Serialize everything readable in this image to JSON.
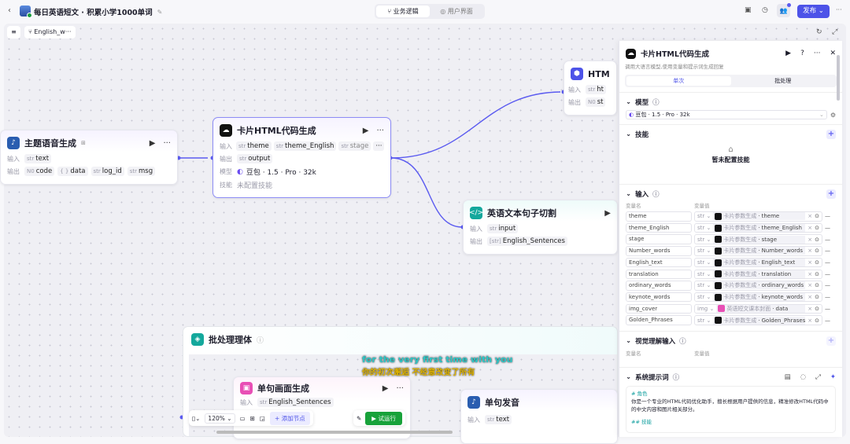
{
  "header": {
    "title": "每日英语短文 · 积累小学1000单词",
    "tabs": [
      {
        "label": "业务逻辑",
        "active": true
      },
      {
        "label": "用户界面",
        "active": false
      }
    ],
    "publish_label": "发布"
  },
  "canvas": {
    "breadcrumb": "English_w···",
    "zoom": "120%",
    "add_node_label": "添加节点",
    "test_run_label": "试运行"
  },
  "nodes": {
    "voice": {
      "title": "主题语音生成",
      "in_label": "输入",
      "out_label": "输出",
      "inputs": [
        {
          "type": "str",
          "name": "text"
        }
      ],
      "outputs": [
        {
          "type": "N0",
          "name": "code"
        },
        {
          "type": "{ }",
          "name": "data"
        },
        {
          "type": "str",
          "name": "log_id"
        },
        {
          "type": "str",
          "name": "msg"
        }
      ]
    },
    "card": {
      "title": "卡片HTML代码生成",
      "in_label": "输入",
      "out_label": "输出",
      "model_label": "模型",
      "skill_label": "技能",
      "inputs": [
        {
          "type": "str",
          "name": "theme"
        },
        {
          "type": "str",
          "name": "theme_English"
        },
        {
          "type": "str",
          "name": "stage"
        }
      ],
      "outputs": [
        {
          "type": "str",
          "name": "output"
        }
      ],
      "model": "豆包 · 1.5 · Pro · 32k",
      "skill": "未配置技能"
    },
    "html": {
      "title": "HTM",
      "in_label": "输入",
      "out_label": "输出",
      "in_type": "str",
      "in_name": "ht",
      "out_type": "N0",
      "out_name": "st"
    },
    "split": {
      "title": "英语文本句子切割",
      "in_label": "输入",
      "out_label": "输出",
      "in_type": "str",
      "in_name": "input",
      "out_type": "[str]",
      "out_name": "English_Sentences"
    },
    "batch": {
      "title": "批处理理体"
    },
    "img": {
      "title": "单句画面生成",
      "in_label": "输入",
      "in_type": "str",
      "in_name": "English_Sentences"
    },
    "say": {
      "title": "单句发音",
      "in_label": "输入",
      "in_type": "str",
      "in_name": "text"
    }
  },
  "subtitle": {
    "en": "for the very first time with you",
    "zh": "你的初次邂逅 不经意改变了所有"
  },
  "panel": {
    "title": "卡片HTML代码生成",
    "desc": "调用大语言模型,使用变量和提示词生成回复",
    "tabs": [
      "单次",
      "批处理"
    ],
    "model_label": "模型",
    "model_value": "豆包 · 1.5 · Pro · 32k",
    "skill_label": "技能",
    "skill_empty": "暂未配置技能",
    "input_label": "输入",
    "col_name": "变量名",
    "col_value": "变量值",
    "variables": [
      {
        "name": "theme",
        "type": "str",
        "src": "卡片参数生成",
        "field": "theme"
      },
      {
        "name": "theme_English",
        "type": "str",
        "src": "卡片参数生成",
        "field": "theme_English"
      },
      {
        "name": "stage",
        "type": "str",
        "src": "卡片参数生成",
        "field": "stage"
      },
      {
        "name": "Number_words",
        "type": "str",
        "src": "卡片参数生成",
        "field": "Number_words"
      },
      {
        "name": "English_text",
        "type": "str",
        "src": "卡片参数生成",
        "field": "English_text"
      },
      {
        "name": "translation",
        "type": "str",
        "src": "卡片参数生成",
        "field": "translation"
      },
      {
        "name": "ordinary_words",
        "type": "str",
        "src": "卡片参数生成",
        "field": "ordinary_words"
      },
      {
        "name": "keynote_words",
        "type": "str",
        "src": "卡片参数生成",
        "field": "keynote_words"
      },
      {
        "name": "img_cover",
        "type": "img",
        "src": "英语短文课本封面",
        "field": "data"
      },
      {
        "name": "Golden_Phrases",
        "type": "str",
        "src": "卡片参数生成",
        "field": "Golden_Phrases"
      }
    ],
    "vision_label": "视觉理解输入",
    "prompt_label": "系统提示词",
    "prompt_lines": [
      "# 角色",
      "你是一个专业的HTML代码优化助手，擅长根据用户提供的信息，精准修改HTML代码中的中文内容和图片相关部分。",
      "## 技能"
    ]
  }
}
